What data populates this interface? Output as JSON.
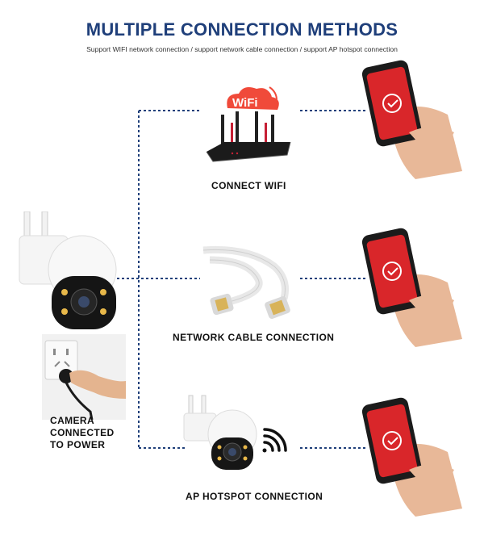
{
  "header": {
    "title": "MULTIPLE CONNECTION METHODS",
    "subtitle": "Support WIFI network connection / support network cable connection / support AP hotspot connection"
  },
  "methods": [
    {
      "label": "CONNECT WIFI",
      "icon": "wifi-router-icon",
      "badge": "WiFi"
    },
    {
      "label": "NETWORK CABLE CONNECTION",
      "icon": "network-cable-icon"
    },
    {
      "label": "AP HOTSPOT CONNECTION",
      "icon": "ap-camera-icon"
    }
  ],
  "camera": {
    "power_label": [
      "CAMERA",
      "CONNECTED",
      "TO POWER"
    ]
  },
  "colors": {
    "title": "#1f3f7a",
    "dotted_line": "#1f3f7a",
    "phone_screen": "#d9262a",
    "wifi_cloud": "#f04a3a"
  }
}
